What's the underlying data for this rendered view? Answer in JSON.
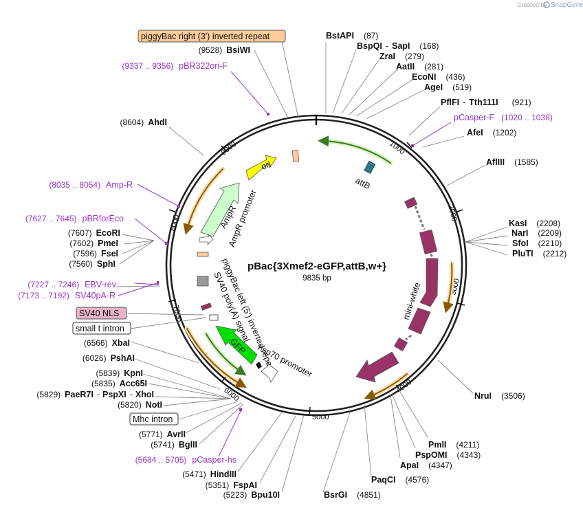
{
  "credit": {
    "prefix": "Created by",
    "brand": "SnapGene"
  },
  "plasmid": {
    "name": "pBac{3Xmef2-eGFP,attB,w+}",
    "size_label": "9835 bp"
  },
  "ticks": [
    "1000",
    "2000",
    "3000",
    "4000",
    "5000",
    "6000",
    "7000",
    "8000",
    "9000"
  ],
  "enzymes": {
    "BstAPI": {
      "name": "BstAPI",
      "pos": "(87)"
    },
    "BspQI": {
      "name": "BspQI",
      "sep": "-",
      "name2": "SapI",
      "pos": "(168)"
    },
    "ZraI": {
      "name": "ZraI",
      "pos": "(279)"
    },
    "AatII": {
      "name": "AatII",
      "pos": "(281)"
    },
    "EcoNI": {
      "name": "EcoNI",
      "pos": "(436)"
    },
    "AgeI": {
      "name": "AgeI",
      "pos": "(519)"
    },
    "PflFI": {
      "name": "PflFI",
      "sep": "-",
      "name2": "Tth111I",
      "pos": "(921)"
    },
    "AfeI": {
      "name": "AfeI",
      "pos": "(1202)"
    },
    "AflIII": {
      "name": "AflIII",
      "pos": "(1585)"
    },
    "KasI": {
      "name": "KasI",
      "pos": "(2208)"
    },
    "NarI": {
      "name": "NarI",
      "pos": "(2209)"
    },
    "SfoI": {
      "name": "SfoI",
      "pos": "(2210)"
    },
    "PluTI": {
      "name": "PluTI",
      "pos": "(2212)"
    },
    "NruI": {
      "name": "NruI",
      "pos": "(3506)"
    },
    "PmlI": {
      "name": "PmlI",
      "pos": "(4211)"
    },
    "PspOMI": {
      "name": "PspOMI",
      "pos": "(4343)"
    },
    "ApaI": {
      "name": "ApaI",
      "pos": "(4347)"
    },
    "PaqCI": {
      "name": "PaqCI",
      "pos": "(4576)"
    },
    "BsrGI": {
      "name": "BsrGI",
      "pos": "(4851)"
    },
    "Bpu10I": {
      "name": "Bpu10I",
      "pos": "(5223)"
    },
    "FspAI": {
      "name": "FspAI",
      "pos": "(5351)"
    },
    "HindIII": {
      "name": "HindIII",
      "pos": "(5471)"
    },
    "BglII": {
      "name": "BglII",
      "pos": "(5741)"
    },
    "AvrII": {
      "name": "AvrII",
      "pos": "(5771)"
    },
    "NotI": {
      "name": "NotI",
      "pos": "(5820)"
    },
    "PaeR7I": {
      "name": "PaeR7I",
      "sep": "-",
      "name2": "PspXI",
      "sep2": "-",
      "name3": "XhoI",
      "pos": "(5829)"
    },
    "Acc65I": {
      "name": "Acc65I",
      "pos": "(5835)"
    },
    "KpnI": {
      "name": "KpnI",
      "pos": "(5839)"
    },
    "PshAI": {
      "name": "PshAI",
      "pos": "(6026)"
    },
    "XbaI": {
      "name": "XbaI",
      "pos": "(6566)"
    },
    "SphI": {
      "name": "SphI",
      "pos": "(7560)"
    },
    "FseI": {
      "name": "FseI",
      "pos": "(7596)"
    },
    "PmeI": {
      "name": "PmeI",
      "pos": "(7602)"
    },
    "EcoRI": {
      "name": "EcoRI",
      "pos": "(7607)"
    },
    "AhdI": {
      "name": "AhdI",
      "pos": "(8604)"
    },
    "BsiWI": {
      "name": "BsiWI",
      "pos": "(9528)"
    }
  },
  "primers": {
    "pBR322ori": {
      "name": "pBR322ori-F",
      "range": "(9337 .. 9356)"
    },
    "pCasperF": {
      "name": "pCasper-F",
      "range": "(1020 .. 1038)"
    },
    "AmpR": {
      "name": "Amp-R",
      "range": "(8035 .. 8054)"
    },
    "pBRforEco": {
      "name": "pBRforEco",
      "range": "(7627 .. 7645)"
    },
    "EBVrev": {
      "name": "EBV-rev",
      "range": "(7227 .. 7246)"
    },
    "SV40pAR": {
      "name": "SV40pA-R",
      "range": "(7173 .. 7192)"
    },
    "pCasperhs": {
      "name": "pCasper-hs",
      "range": "(5684 .. 5705)"
    }
  },
  "boxed_features": {
    "piggyBac_right": "piggyBac right (3') inverted repeat",
    "SV40_NLS": "SV40 NLS",
    "small_t_intron": "small t intron",
    "Mhc_intron": "Mhc intron"
  },
  "inner_features": {
    "ori": "ori",
    "attB": "attB",
    "AmpR": "AmpR",
    "AmpR_promoter": "AmpR promoter",
    "piggyBac_left": "piggyBac left (5') inverted repeat",
    "SV40_polyA": "SV40 poly(A) signal",
    "GFP": "GFP",
    "hsp70_promoter": "hsp70 promoter",
    "mini_white": "mini-white"
  },
  "colors": {
    "ori": "#ffff00",
    "attB": "#2b7a8a",
    "AmpR": "#ccffcc",
    "GFP": "#00e000",
    "mini_white": "#993366",
    "primer": "#9933cc",
    "nls": "#e8b4c8",
    "piggyBac_right": "#ffcc99",
    "orf_arrow": "#cc8800"
  }
}
